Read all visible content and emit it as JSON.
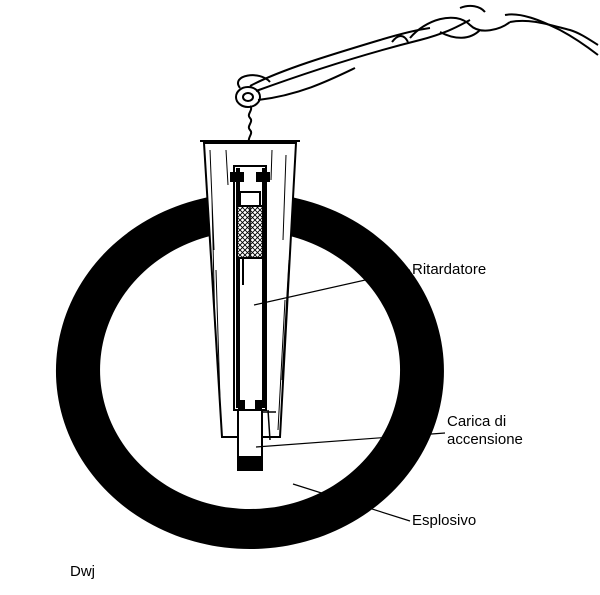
{
  "labels": {
    "ritardatore": "Ritardatore",
    "carica_line1": "Carica di",
    "carica_line2": "accensione",
    "esplosivo": "Esplosivo",
    "signature": "Dwj"
  },
  "colors": {
    "ink": "#000000",
    "paper": "#ffffff"
  }
}
